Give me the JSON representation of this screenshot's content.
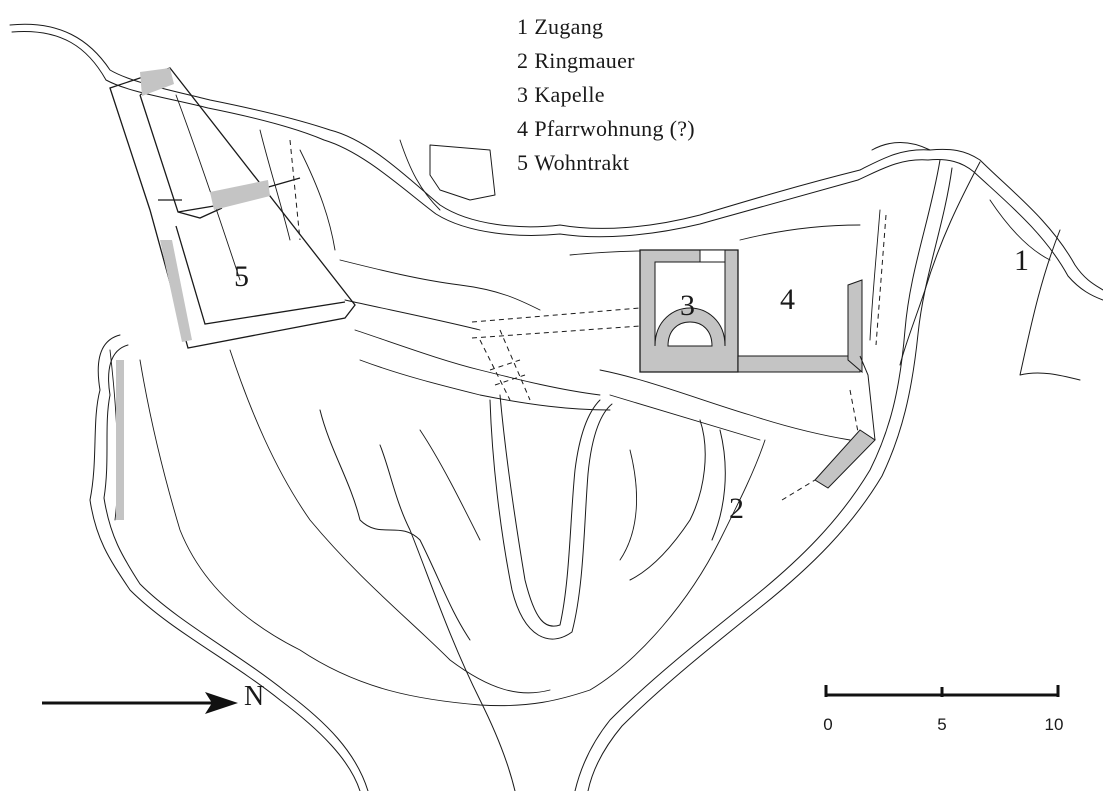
{
  "legend": [
    {
      "number": "1",
      "label": "Zugang"
    },
    {
      "number": "2",
      "label": "Ringmauer"
    },
    {
      "number": "3",
      "label": "Kapelle"
    },
    {
      "number": "4",
      "label": "Pfarrwohnung (?)"
    },
    {
      "number": "5",
      "label": "Wohntrakt"
    }
  ],
  "markers": [
    "1",
    "2",
    "3",
    "4",
    "5"
  ],
  "north_arrow": {
    "label": "N"
  },
  "scale_bar": {
    "ticks": [
      "0",
      "5",
      "10"
    ]
  },
  "colors": {
    "ink": "#1a1a1a",
    "wall_fill": "#c4c4c4",
    "paper": "#ffffff"
  }
}
